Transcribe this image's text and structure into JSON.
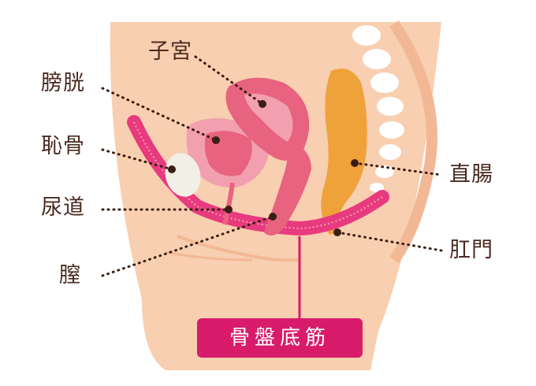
{
  "labels": {
    "uterus": "子宮",
    "bladder": "膀胱",
    "pubic_bone": "恥骨",
    "urethra": "尿道",
    "vagina": "膣",
    "rectum": "直腸",
    "anus": "肛門"
  },
  "title_badge": "骨盤底筋",
  "colors": {
    "skin": "#f8cfb0",
    "skin_dark": "#f2b896",
    "bone": "#ffffff",
    "pubic_bone": "#f1efe6",
    "organ_pink": "#e8637f",
    "organ_light": "#f2a0b0",
    "muscle": "#e83a7e",
    "rectum": "#f0a23a",
    "badge": "#d81b6b",
    "label_text": "#4a2a1f",
    "leader_dot": "#3a1e14"
  }
}
